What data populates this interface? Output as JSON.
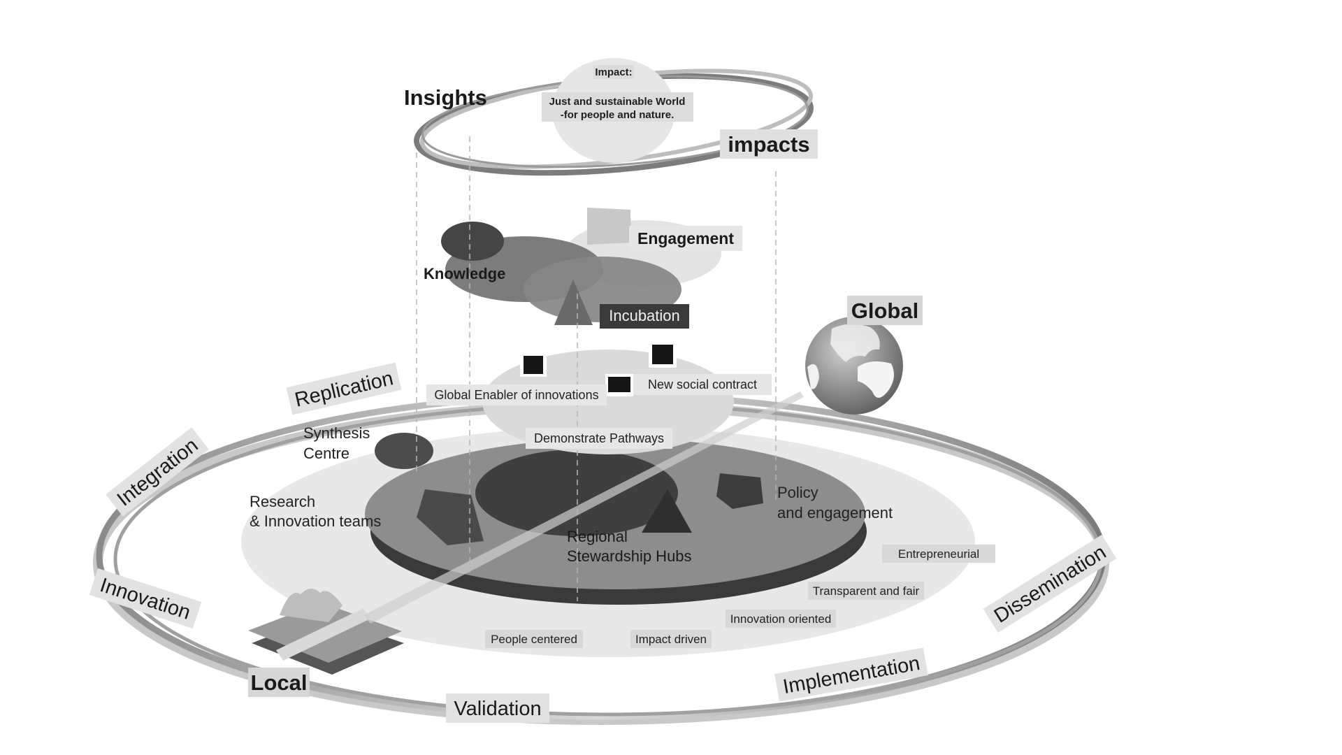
{
  "top_ring": {
    "impact_title": "Impact:",
    "impact_line1": "Just and sustainable World",
    "impact_line2": "-for people and nature.",
    "insights": "Insights",
    "impacts": "impacts"
  },
  "middle": {
    "engagement": "Engagement",
    "knowledge": "Knowledge",
    "incubation": "Incubation",
    "global_enabler": "Global Enabler of innovations",
    "social_contract": "New social contract",
    "demonstrate": "Demonstrate Pathways"
  },
  "globe": {
    "label": "Global"
  },
  "base": {
    "synthesis_line1": "Synthesis",
    "synthesis_line2": "Centre",
    "research_line1": "Research",
    "research_line2": "& Innovation teams",
    "hubs_line1": "Regional",
    "hubs_line2": "Stewardship Hubs",
    "policy_line1": "Policy",
    "policy_line2": "and engagement",
    "local": "Local"
  },
  "values": {
    "entrepreneurial": "Entrepreneurial",
    "transparent": "Transparent and fair",
    "innovation_oriented": "Innovation oriented",
    "impact_driven": "Impact driven",
    "people_centered": "People centered"
  },
  "ring_labels": {
    "replication": "Replication",
    "integration": "Integration",
    "innovation": "Innovation",
    "validation": "Validation",
    "implementation": "Implementation",
    "dissemination": "Dissemination"
  },
  "colors": {
    "dark": "#333333",
    "mid": "#6b6b6b",
    "light": "#d6d6d6",
    "label_bg": "#dcdcdc"
  }
}
